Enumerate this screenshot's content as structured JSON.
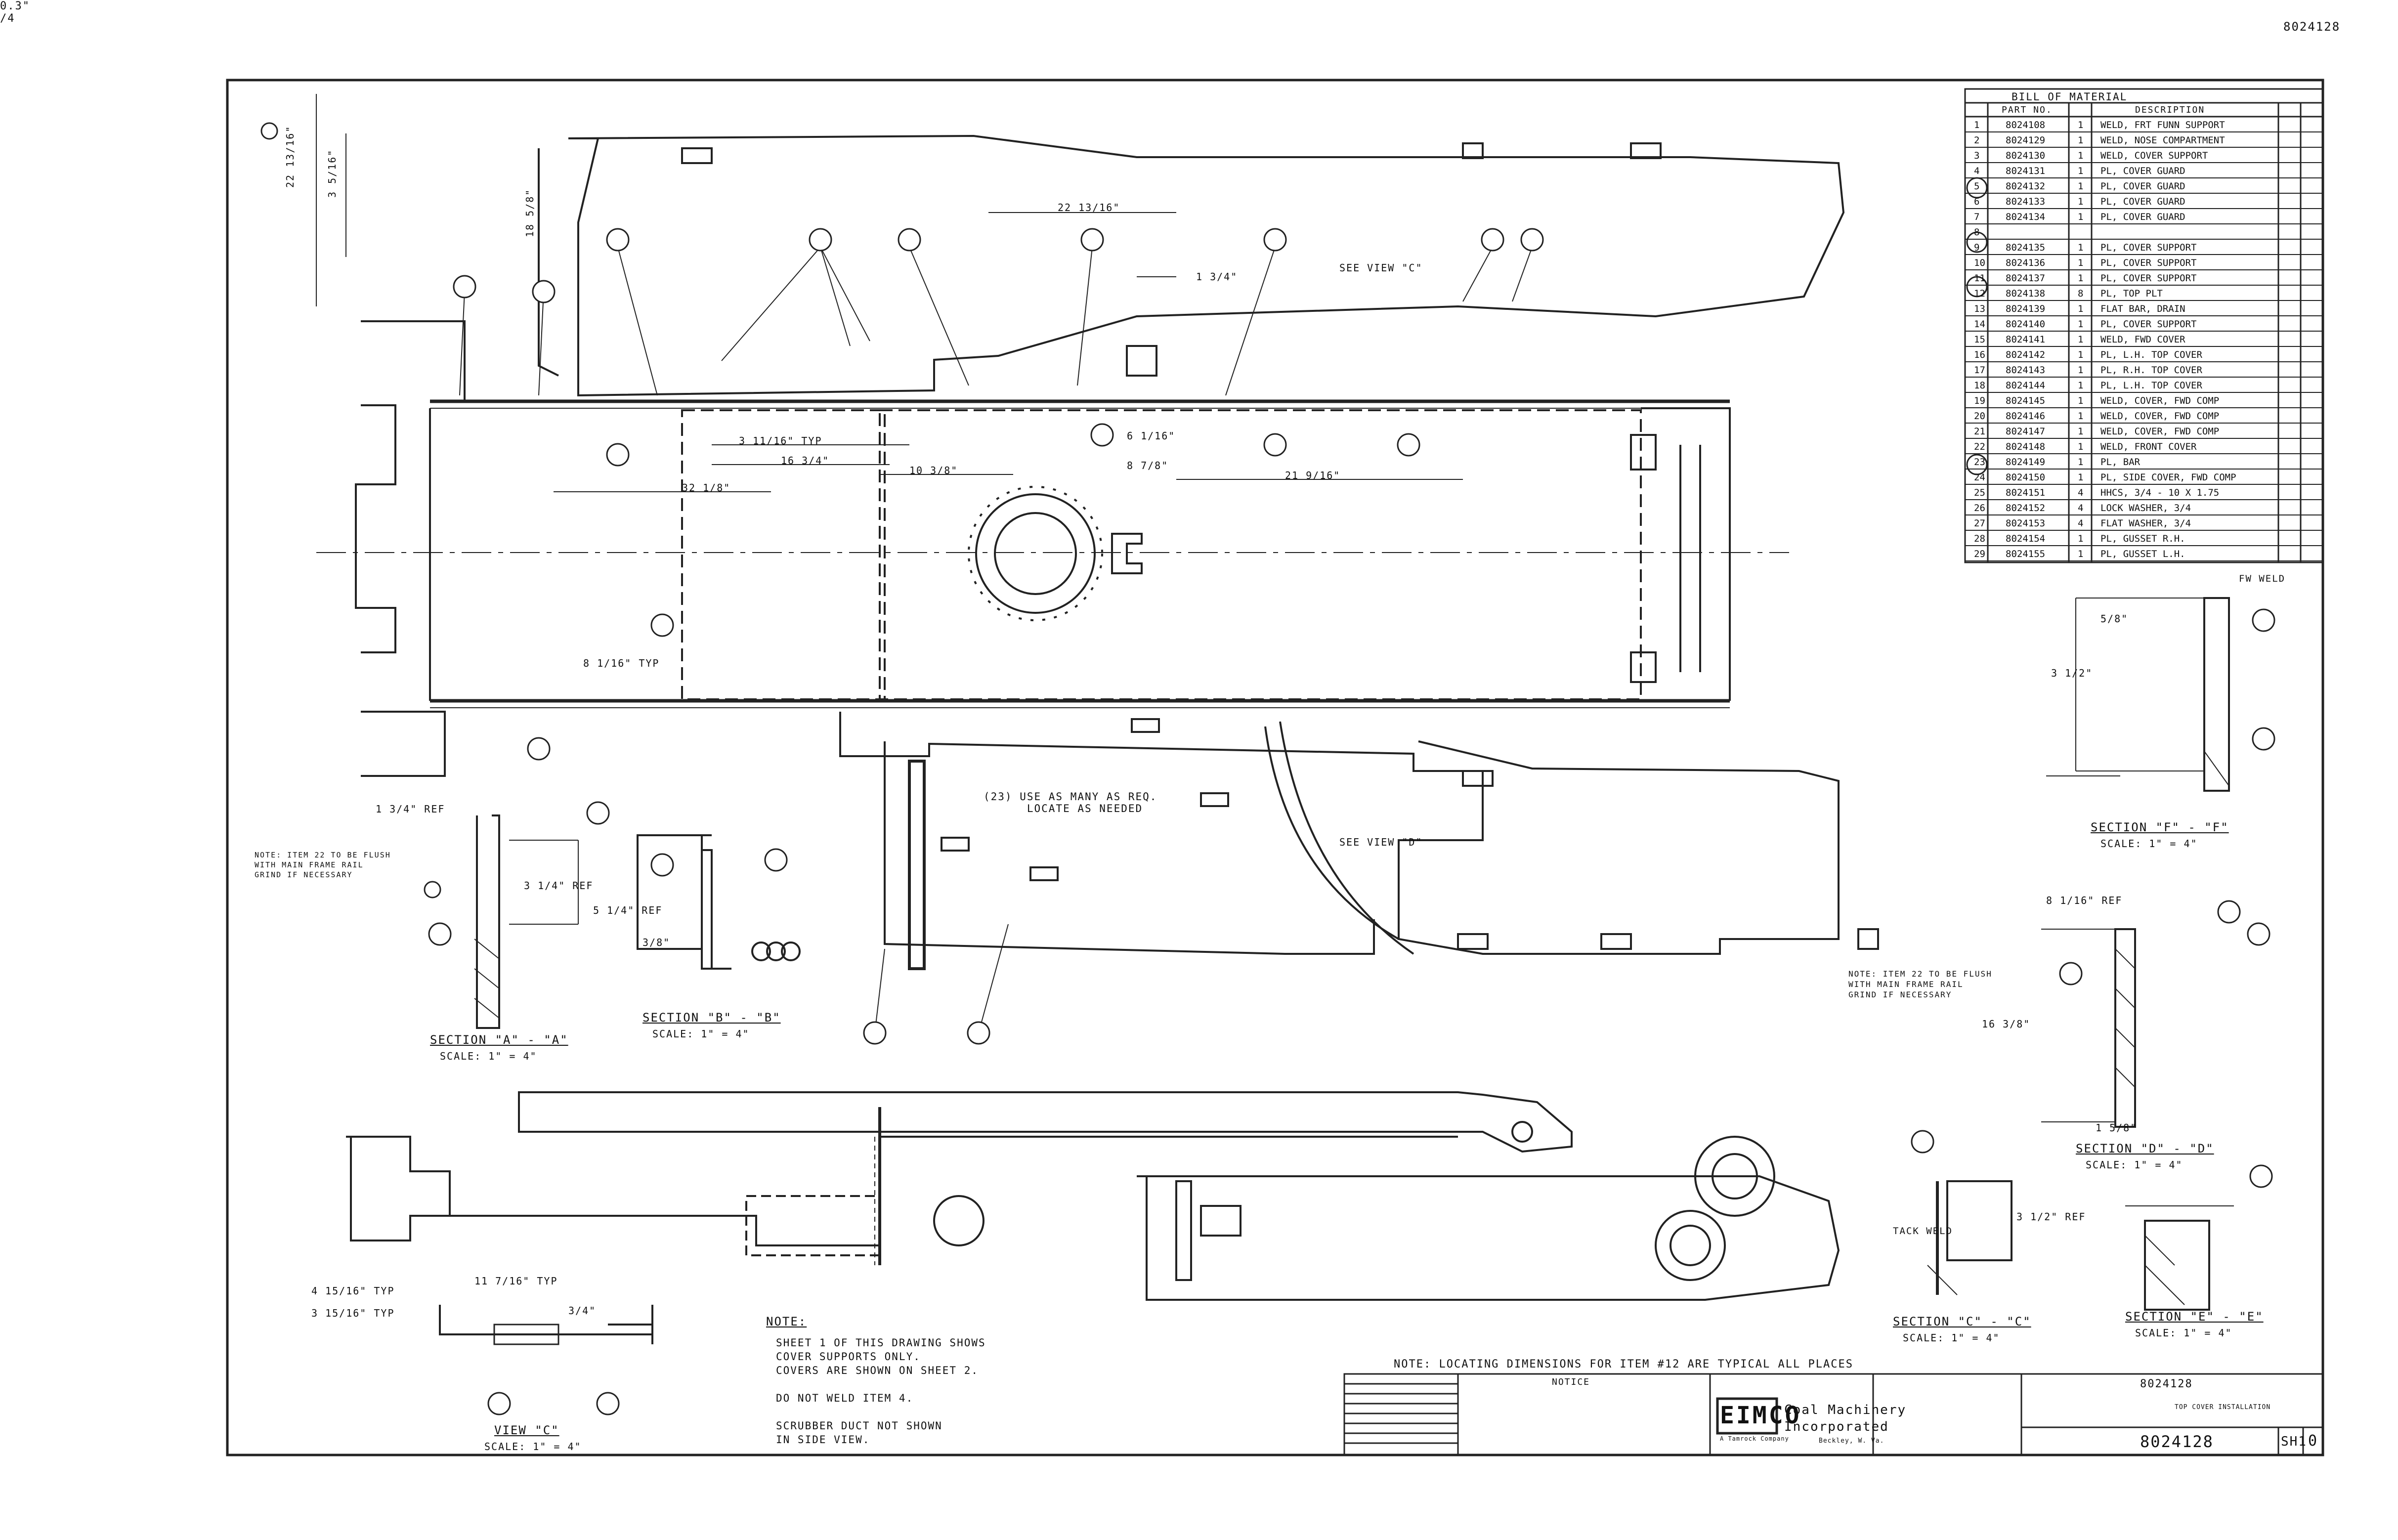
{
  "drawing": {
    "corner_mark": "0.3\"\n/4",
    "top_right_number": "8024128",
    "bom": {
      "title": "BILL OF MATERIAL",
      "col_item": "",
      "col_part": "PART NO.",
      "col_qty": "",
      "col_desc": "DESCRIPTION",
      "rows": [
        {
          "item": "1",
          "part": "8024108",
          "qty": "1",
          "desc": "WELD, FRT FUNN SUPPORT"
        },
        {
          "item": "2",
          "part": "8024129",
          "qty": "1",
          "desc": "WELD, NOSE COMPARTMENT"
        },
        {
          "item": "3",
          "part": "8024130",
          "qty": "1",
          "desc": "WELD, COVER SUPPORT"
        },
        {
          "item": "4",
          "part": "8024131",
          "qty": "1",
          "desc": "PL, COVER GUARD"
        },
        {
          "item": "5",
          "part": "8024132",
          "qty": "1",
          "desc": "PL, COVER GUARD"
        },
        {
          "item": "6",
          "part": "8024133",
          "qty": "1",
          "desc": "PL, COVER GUARD"
        },
        {
          "item": "7",
          "part": "8024134",
          "qty": "1",
          "desc": "PL, COVER GUARD"
        },
        {
          "item": "8",
          "part": "",
          "qty": "",
          "desc": ""
        },
        {
          "item": "9",
          "part": "8024135",
          "qty": "1",
          "desc": "PL, COVER SUPPORT"
        },
        {
          "item": "10",
          "part": "8024136",
          "qty": "1",
          "desc": "PL, COVER SUPPORT"
        },
        {
          "item": "11",
          "part": "8024137",
          "qty": "1",
          "desc": "PL, COVER SUPPORT"
        },
        {
          "item": "12",
          "part": "8024138",
          "qty": "8",
          "desc": "PL, TOP PLT"
        },
        {
          "item": "13",
          "part": "8024139",
          "qty": "1",
          "desc": "FLAT BAR, DRAIN"
        },
        {
          "item": "14",
          "part": "8024140",
          "qty": "1",
          "desc": "PL, COVER SUPPORT"
        },
        {
          "item": "15",
          "part": "8024141",
          "qty": "1",
          "desc": "WELD, FWD COVER"
        },
        {
          "item": "16",
          "part": "8024142",
          "qty": "1",
          "desc": "PL, L.H. TOP COVER"
        },
        {
          "item": "17",
          "part": "8024143",
          "qty": "1",
          "desc": "PL, R.H. TOP COVER"
        },
        {
          "item": "18",
          "part": "8024144",
          "qty": "1",
          "desc": "PL, L.H. TOP COVER"
        },
        {
          "item": "19",
          "part": "8024145",
          "qty": "1",
          "desc": "WELD, COVER, FWD COMP"
        },
        {
          "item": "20",
          "part": "8024146",
          "qty": "1",
          "desc": "WELD, COVER, FWD COMP"
        },
        {
          "item": "21",
          "part": "8024147",
          "qty": "1",
          "desc": "WELD, COVER, FWD COMP"
        },
        {
          "item": "22",
          "part": "8024148",
          "qty": "1",
          "desc": "WELD, FRONT COVER"
        },
        {
          "item": "23",
          "part": "8024149",
          "qty": "1",
          "desc": "PL, BAR"
        },
        {
          "item": "24",
          "part": "8024150",
          "qty": "1",
          "desc": "PL, SIDE COVER, FWD COMP"
        },
        {
          "item": "25",
          "part": "8024151",
          "qty": "4",
          "desc": "HHCS, 3/4 - 10 X 1.75"
        },
        {
          "item": "26",
          "part": "8024152",
          "qty": "4",
          "desc": "LOCK WASHER, 3/4"
        },
        {
          "item": "27",
          "part": "8024153",
          "qty": "4",
          "desc": "FLAT WASHER, 3/4"
        },
        {
          "item": "28",
          "part": "8024154",
          "qty": "1",
          "desc": "PL, GUSSET R.H."
        },
        {
          "item": "29",
          "part": "8024155",
          "qty": "1",
          "desc": "PL, GUSSET L.H."
        }
      ]
    },
    "dims": {
      "d1": "22 13/16\"",
      "d2": "3 5/16\"",
      "d3": "18 5/8\"",
      "d4": "22 13/16\"",
      "d5": "1 3/4\"",
      "d6": "3 11/16\" TYP",
      "d7": "16 3/4\"",
      "d8": "32 1/8\"",
      "d9": "10 3/8\"",
      "d10": "21 9/16\"",
      "d11": "8 7/8\"",
      "d12": "6 1/16\"",
      "d13": "8 1/16\" TYP",
      "d14": "1 3/4\" REF",
      "d15": "3 1/4\" REF",
      "d16": "5 1/4\" REF",
      "d17": "4 15/16\" TYP",
      "d18": "3 15/16\" TYP",
      "d19": "3/4\"",
      "d20": "11 7/16\" TYP",
      "d21": "8 1/16\" REF",
      "d22": "16 3/8\"",
      "d23": "1 5/8\"",
      "d24": "3 1/2\" REF",
      "d25": "5/8\"",
      "d26": "3 1/2\"",
      "d27": "3/8\""
    },
    "view_labels": {
      "see_view_c": "SEE VIEW \"C\"",
      "see_view_d": "SEE VIEW \"D\"",
      "use_as_many": "(23) USE AS MANY AS REQ.\n      LOCATE AS NEEDED",
      "tack_weld": "TACK WELD",
      "fill_weld": "FW WELD"
    },
    "sections": {
      "aa_title": "SECTION \"A\" - \"A\"",
      "aa_scale": "SCALE: 1\" = 4\"",
      "bb_title": "SECTION \"B\" - \"B\"",
      "bb_scale": "SCALE: 1\" = 4\"",
      "cc_title": "SECTION \"C\" - \"C\"",
      "cc_scale": "SCALE: 1\" = 4\"",
      "dd_title": "SECTION \"D\" - \"D\"",
      "dd_scale": "SCALE: 1\" = 4\"",
      "ee_title": "SECTION \"E\" - \"E\"",
      "ee_scale": "SCALE: 1\" = 4\"",
      "ff_title": "SECTION \"F\" - \"F\"",
      "ff_scale": "SCALE: 1\" = 4\"",
      "view_c_title": "VIEW \"C\"",
      "view_c_scale": "SCALE: 1\" = 4\""
    },
    "side_notes": {
      "left_note": "NOTE: ITEM 22 TO BE FLUSH\nWITH MAIN FRAME RAIL\nGRIND IF NECESSARY",
      "right_note": "NOTE: ITEM 22 TO BE FLUSH\nWITH MAIN FRAME RAIL\nGRIND IF NECESSARY",
      "locating": "NOTE:  LOCATING DIMENSIONS FOR ITEM #12 ARE TYPICAL ALL PLACES"
    },
    "notes": {
      "heading": "NOTE:",
      "lines": [
        "SHEET 1 OF THIS DRAWING SHOWS",
        "COVER SUPPORTS ONLY.",
        "COVERS ARE SHOWN ON SHEET 2.",
        "",
        "DO NOT WELD ITEM 4.",
        "",
        "SCRUBBER DUCT NOT SHOWN",
        "IN SIDE VIEW."
      ]
    },
    "title_block": {
      "company_logo": "EIMCO",
      "company_sub": "A Tamrock Company",
      "company_name_1": "Coal Machinery",
      "company_name_2": "Incorporated",
      "company_loc": "Beckley, W. Va.",
      "notes_title": "NOTICE",
      "drawing_title": "TOP COVER INSTALLATION",
      "dwg_number_small": "8024128",
      "dwg_number": "8024128",
      "sheet": "SH1",
      "rev": "0"
    }
  }
}
